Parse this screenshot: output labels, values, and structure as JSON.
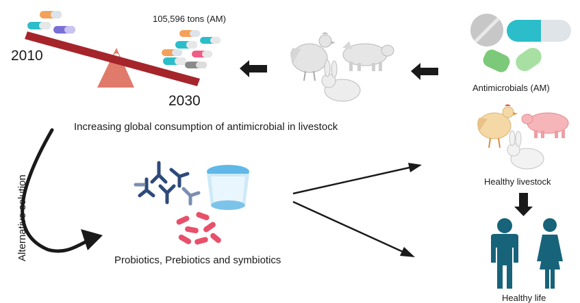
{
  "labels": {
    "tons": "105,596 tons (AM)",
    "year_start": "2010",
    "year_end": "2030",
    "consumption": "Increasing global consumption of antimicrobial in livestock",
    "alternative": "Alternative solution",
    "probiotics": "Probiotics, Prebiotics and symbiotics",
    "antimicrobials": "Antimicrobials (AM)",
    "healthy_livestock": "Healthy livestock",
    "healthy_life": "Healthy life"
  },
  "colors": {
    "seesaw_bar": "#a5252b",
    "fulcrum": "#e07a6a",
    "pill_teal": "#2bbdc9",
    "capsule_green": "#8fd08b",
    "tablet_grey": "#c7c7c7",
    "people": "#17637a",
    "bacteria": "#e8506a",
    "antibody": "#2d4a7a",
    "arrow": "#1a1a1a"
  }
}
